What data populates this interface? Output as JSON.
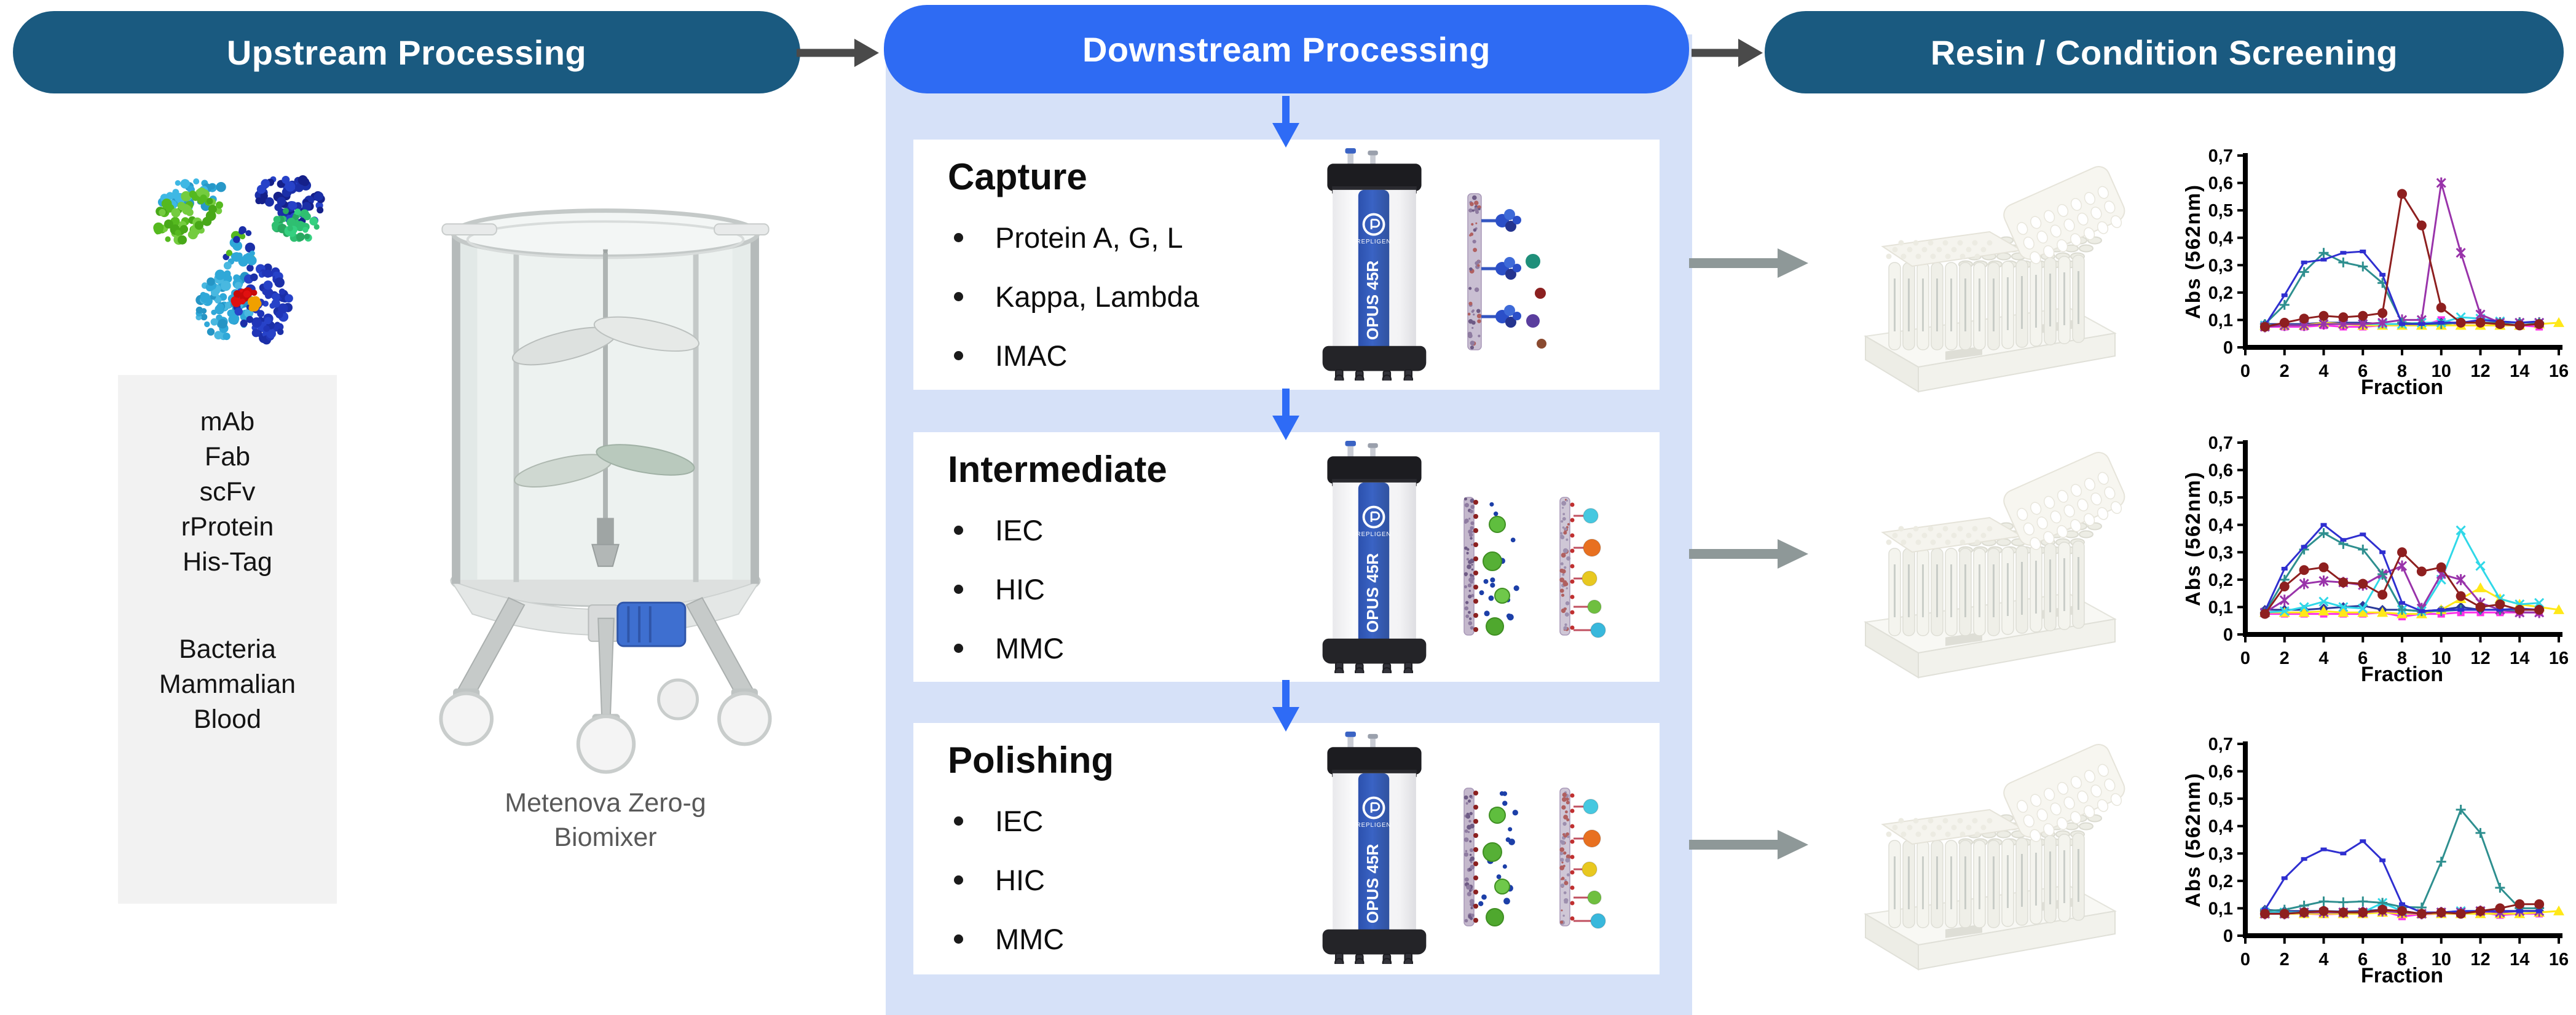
{
  "headers": {
    "upstream": "Upstream Processing",
    "downstream": "Downstream Processing",
    "screening": "Resin / Condition Screening"
  },
  "upstream": {
    "targets": [
      "mAb",
      "Fab",
      "scFv",
      "rProtein",
      "His-Tag"
    ],
    "sources": [
      "Bacteria",
      "Mammalian",
      "Blood"
    ],
    "mixer_caption_line1": "Metenova Zero-g",
    "mixer_caption_line2": "Biomixer"
  },
  "stages": [
    {
      "title": "Capture",
      "bullets": [
        "Protein A, G, L",
        "Kappa, Lambda",
        "IMAC"
      ]
    },
    {
      "title": "Intermediate",
      "bullets": [
        "IEC",
        "HIC",
        "MMC"
      ]
    },
    {
      "title": "Polishing",
      "bullets": [
        "IEC",
        "HIC",
        "MMC"
      ]
    }
  ],
  "column_label": {
    "brand": "REPLIGEN",
    "model": "OPUS 45R"
  },
  "colors": {
    "pill_dark": "#1A5A80",
    "pill_blue": "#2E6BF3",
    "panel": "#D6E1F8",
    "card": "#FFFFFF",
    "arrow_dark": "#4A4A4A",
    "arrow_gray": "#8E9898",
    "arrow_blue": "#2E6BF6",
    "list_box": "#F2F2F2",
    "caption": "#595959",
    "opus_blue": "#3A63C4"
  },
  "chart_data": [
    {
      "type": "line",
      "title": "",
      "xlabel": "Fraction",
      "ylabel": "Abs (562nm)",
      "xlim": [
        0,
        16
      ],
      "ylim": [
        0,
        0.7
      ],
      "xticks": [
        "0",
        "2",
        "4",
        "6",
        "8",
        "10",
        "12",
        "14",
        "16"
      ],
      "yticks": [
        "0",
        "0,1",
        "0,2",
        "0,3",
        "0,4",
        "0,5",
        "0,6",
        "0,7"
      ],
      "x": [
        1,
        2,
        3,
        4,
        5,
        6,
        7,
        8,
        9,
        10,
        11,
        12,
        13,
        14,
        15,
        16
      ],
      "series": [
        {
          "name": "magenta-squares",
          "color": "#FF30E8",
          "marker": "square",
          "values": [
            0.075,
            0.075,
            0.075,
            0.08,
            0.075,
            0.075,
            0.08,
            0.08,
            0.08,
            0.1,
            0.08,
            0.08,
            0.08,
            0.08,
            0.075,
            null
          ]
        },
        {
          "name": "navy-diamonds",
          "color": "#2A3A9A",
          "marker": "diamond",
          "values": [
            0.085,
            0.085,
            0.085,
            0.09,
            0.09,
            0.09,
            0.085,
            0.085,
            0.085,
            0.09,
            0.09,
            0.09,
            0.09,
            0.09,
            0.09,
            null
          ]
        },
        {
          "name": "yellow-triangles",
          "color": "#FFE818",
          "marker": "triangle",
          "values": [
            0.08,
            0.08,
            0.08,
            0.09,
            0.085,
            0.08,
            0.08,
            0.08,
            0.08,
            0.08,
            0.08,
            0.08,
            0.08,
            0.08,
            0.085,
            0.09
          ]
        },
        {
          "name": "cyan-x",
          "color": "#30D8E8",
          "marker": "x",
          "values": [
            0.08,
            0.08,
            0.08,
            0.085,
            0.085,
            0.085,
            0.085,
            0.085,
            0.09,
            0.09,
            0.11,
            0.105,
            0.095,
            0.09,
            0.09,
            null
          ]
        },
        {
          "name": "purple-star",
          "color": "#9933AA",
          "marker": "star",
          "values": [
            0.075,
            0.08,
            0.08,
            0.085,
            0.085,
            0.085,
            0.09,
            0.1,
            0.1,
            0.6,
            0.345,
            0.12,
            0.09,
            0.09,
            0.09,
            null
          ]
        },
        {
          "name": "teal-plus",
          "color": "#2E8F8F",
          "marker": "plus",
          "values": [
            0.085,
            0.155,
            0.275,
            0.345,
            0.31,
            0.295,
            0.235,
            0.09,
            0.085,
            0.085,
            0.09,
            0.09,
            0.09,
            0.09,
            0.09,
            null
          ]
        },
        {
          "name": "blue-dashes",
          "color": "#2F2FD0",
          "marker": "dash",
          "values": [
            0.08,
            0.19,
            0.31,
            0.32,
            0.345,
            0.35,
            0.265,
            0.085,
            0.085,
            0.09,
            0.09,
            0.1,
            0.095,
            0.09,
            0.095,
            null
          ]
        },
        {
          "name": "darkred-dots",
          "color": "#8E1F1F",
          "marker": "dot",
          "values": [
            0.075,
            0.09,
            0.105,
            0.115,
            0.11,
            0.115,
            0.125,
            0.56,
            0.445,
            0.145,
            0.09,
            0.09,
            0.085,
            0.08,
            0.085,
            null
          ]
        }
      ]
    },
    {
      "type": "line",
      "title": "",
      "xlabel": "Fraction",
      "ylabel": "Abs (562nm)",
      "xlim": [
        0,
        16
      ],
      "ylim": [
        0,
        0.7
      ],
      "xticks": [
        "0",
        "2",
        "4",
        "6",
        "8",
        "10",
        "12",
        "14",
        "16"
      ],
      "yticks": [
        "0",
        "0,1",
        "0,2",
        "0,3",
        "0,4",
        "0,5",
        "0,6",
        "0,7"
      ],
      "x": [
        1,
        2,
        3,
        4,
        5,
        6,
        7,
        8,
        9,
        10,
        11,
        12,
        13,
        14,
        15,
        16
      ],
      "series": [
        {
          "name": "magenta-squares",
          "color": "#FF30E8",
          "marker": "square",
          "values": [
            0.075,
            0.075,
            0.075,
            0.075,
            0.075,
            0.075,
            0.08,
            0.065,
            0.075,
            0.075,
            0.08,
            0.08,
            0.08,
            0.08,
            0.08,
            null
          ]
        },
        {
          "name": "navy-diamonds",
          "color": "#2A3A9A",
          "marker": "diamond",
          "values": [
            0.09,
            0.09,
            0.09,
            0.095,
            0.1,
            0.105,
            0.09,
            0.09,
            0.085,
            0.09,
            0.1,
            0.09,
            0.09,
            0.09,
            0.09,
            null
          ]
        },
        {
          "name": "yellow-triangles",
          "color": "#FFE818",
          "marker": "triangle",
          "values": [
            0.08,
            0.08,
            0.08,
            0.085,
            0.08,
            0.08,
            0.08,
            0.075,
            0.075,
            0.09,
            0.13,
            0.17,
            0.13,
            0.11,
            0.1,
            0.09
          ]
        },
        {
          "name": "cyan-x",
          "color": "#30D8E8",
          "marker": "x",
          "values": [
            0.08,
            0.085,
            0.1,
            0.12,
            0.1,
            0.095,
            0.22,
            0.09,
            0.085,
            0.2,
            0.38,
            0.25,
            0.13,
            0.11,
            0.115,
            null
          ]
        },
        {
          "name": "purple-star",
          "color": "#9933AA",
          "marker": "star",
          "values": [
            0.08,
            0.125,
            0.185,
            0.195,
            0.19,
            0.18,
            0.22,
            0.25,
            0.095,
            0.22,
            0.2,
            0.115,
            0.09,
            0.08,
            0.08,
            null
          ]
        },
        {
          "name": "teal-plus",
          "color": "#2E8F8F",
          "marker": "plus",
          "values": [
            0.08,
            0.2,
            0.31,
            0.37,
            0.33,
            0.31,
            0.22,
            0.09,
            0.085,
            0.085,
            0.09,
            0.09,
            0.09,
            0.09,
            0.09,
            null
          ]
        },
        {
          "name": "blue-dashes",
          "color": "#2F2FD0",
          "marker": "dash",
          "values": [
            0.085,
            0.24,
            0.32,
            0.4,
            0.345,
            0.365,
            0.3,
            0.115,
            0.085,
            0.09,
            0.09,
            0.09,
            0.09,
            0.095,
            0.09,
            null
          ]
        },
        {
          "name": "darkred-dots",
          "color": "#8E1F1F",
          "marker": "dot",
          "values": [
            0.075,
            0.175,
            0.235,
            0.245,
            0.19,
            0.185,
            0.145,
            0.3,
            0.23,
            0.245,
            0.14,
            0.1,
            0.11,
            0.09,
            0.09,
            null
          ]
        }
      ]
    },
    {
      "type": "line",
      "title": "",
      "xlabel": "Fraction",
      "ylabel": "Abs (562nm)",
      "xlim": [
        0,
        16
      ],
      "ylim": [
        0,
        0.7
      ],
      "xticks": [
        "0",
        "2",
        "4",
        "6",
        "8",
        "10",
        "12",
        "14",
        "16"
      ],
      "yticks": [
        "0",
        "0,1",
        "0,2",
        "0,3",
        "0,4",
        "0,5",
        "0,6",
        "0,7"
      ],
      "x": [
        1,
        2,
        3,
        4,
        5,
        6,
        7,
        8,
        9,
        10,
        11,
        12,
        13,
        14,
        15,
        16
      ],
      "series": [
        {
          "name": "magenta-squares",
          "color": "#FF30E8",
          "marker": "square",
          "values": [
            0.08,
            0.08,
            0.08,
            0.078,
            0.08,
            0.08,
            0.09,
            0.07,
            0.078,
            0.08,
            0.08,
            0.085,
            0.075,
            0.08,
            0.08,
            null
          ]
        },
        {
          "name": "navy-diamonds",
          "color": "#2A3A9A",
          "marker": "diamond",
          "values": [
            0.095,
            0.09,
            0.09,
            0.09,
            0.088,
            0.09,
            0.095,
            0.09,
            0.08,
            0.085,
            0.088,
            0.09,
            0.09,
            0.09,
            0.09,
            null
          ]
        },
        {
          "name": "yellow-triangles",
          "color": "#FFE818",
          "marker": "triangle",
          "values": [
            0.08,
            0.08,
            0.08,
            0.08,
            0.08,
            0.08,
            0.085,
            0.08,
            0.08,
            0.08,
            0.08,
            0.08,
            0.08,
            0.08,
            0.085,
            0.09
          ]
        },
        {
          "name": "cyan-x",
          "color": "#30D8E8",
          "marker": "x",
          "values": [
            0.085,
            0.085,
            0.085,
            0.085,
            0.085,
            0.085,
            0.12,
            0.09,
            0.08,
            0.085,
            0.09,
            0.09,
            0.085,
            0.09,
            0.09,
            null
          ]
        },
        {
          "name": "purple-star",
          "color": "#9933AA",
          "marker": "star",
          "values": [
            0.08,
            0.08,
            0.085,
            0.085,
            0.085,
            0.085,
            0.09,
            0.085,
            0.08,
            0.085,
            0.085,
            0.09,
            0.085,
            0.09,
            0.09,
            null
          ]
        },
        {
          "name": "teal-plus",
          "color": "#2E8F8F",
          "marker": "plus",
          "values": [
            0.09,
            0.095,
            0.11,
            0.125,
            0.122,
            0.125,
            0.12,
            0.105,
            0.103,
            0.27,
            0.46,
            0.375,
            0.175,
            0.1,
            0.1,
            null
          ]
        },
        {
          "name": "blue-dashes",
          "color": "#2F2FD0",
          "marker": "dash",
          "values": [
            0.095,
            0.21,
            0.28,
            0.315,
            0.3,
            0.345,
            0.275,
            0.115,
            0.085,
            0.085,
            0.09,
            0.09,
            0.09,
            0.09,
            0.09,
            null
          ]
        },
        {
          "name": "darkred-dots",
          "color": "#8E1F1F",
          "marker": "dot",
          "values": [
            0.08,
            0.08,
            0.085,
            0.09,
            0.085,
            0.085,
            0.095,
            0.09,
            0.08,
            0.085,
            0.08,
            0.09,
            0.1,
            0.115,
            0.115,
            null
          ]
        }
      ]
    }
  ]
}
